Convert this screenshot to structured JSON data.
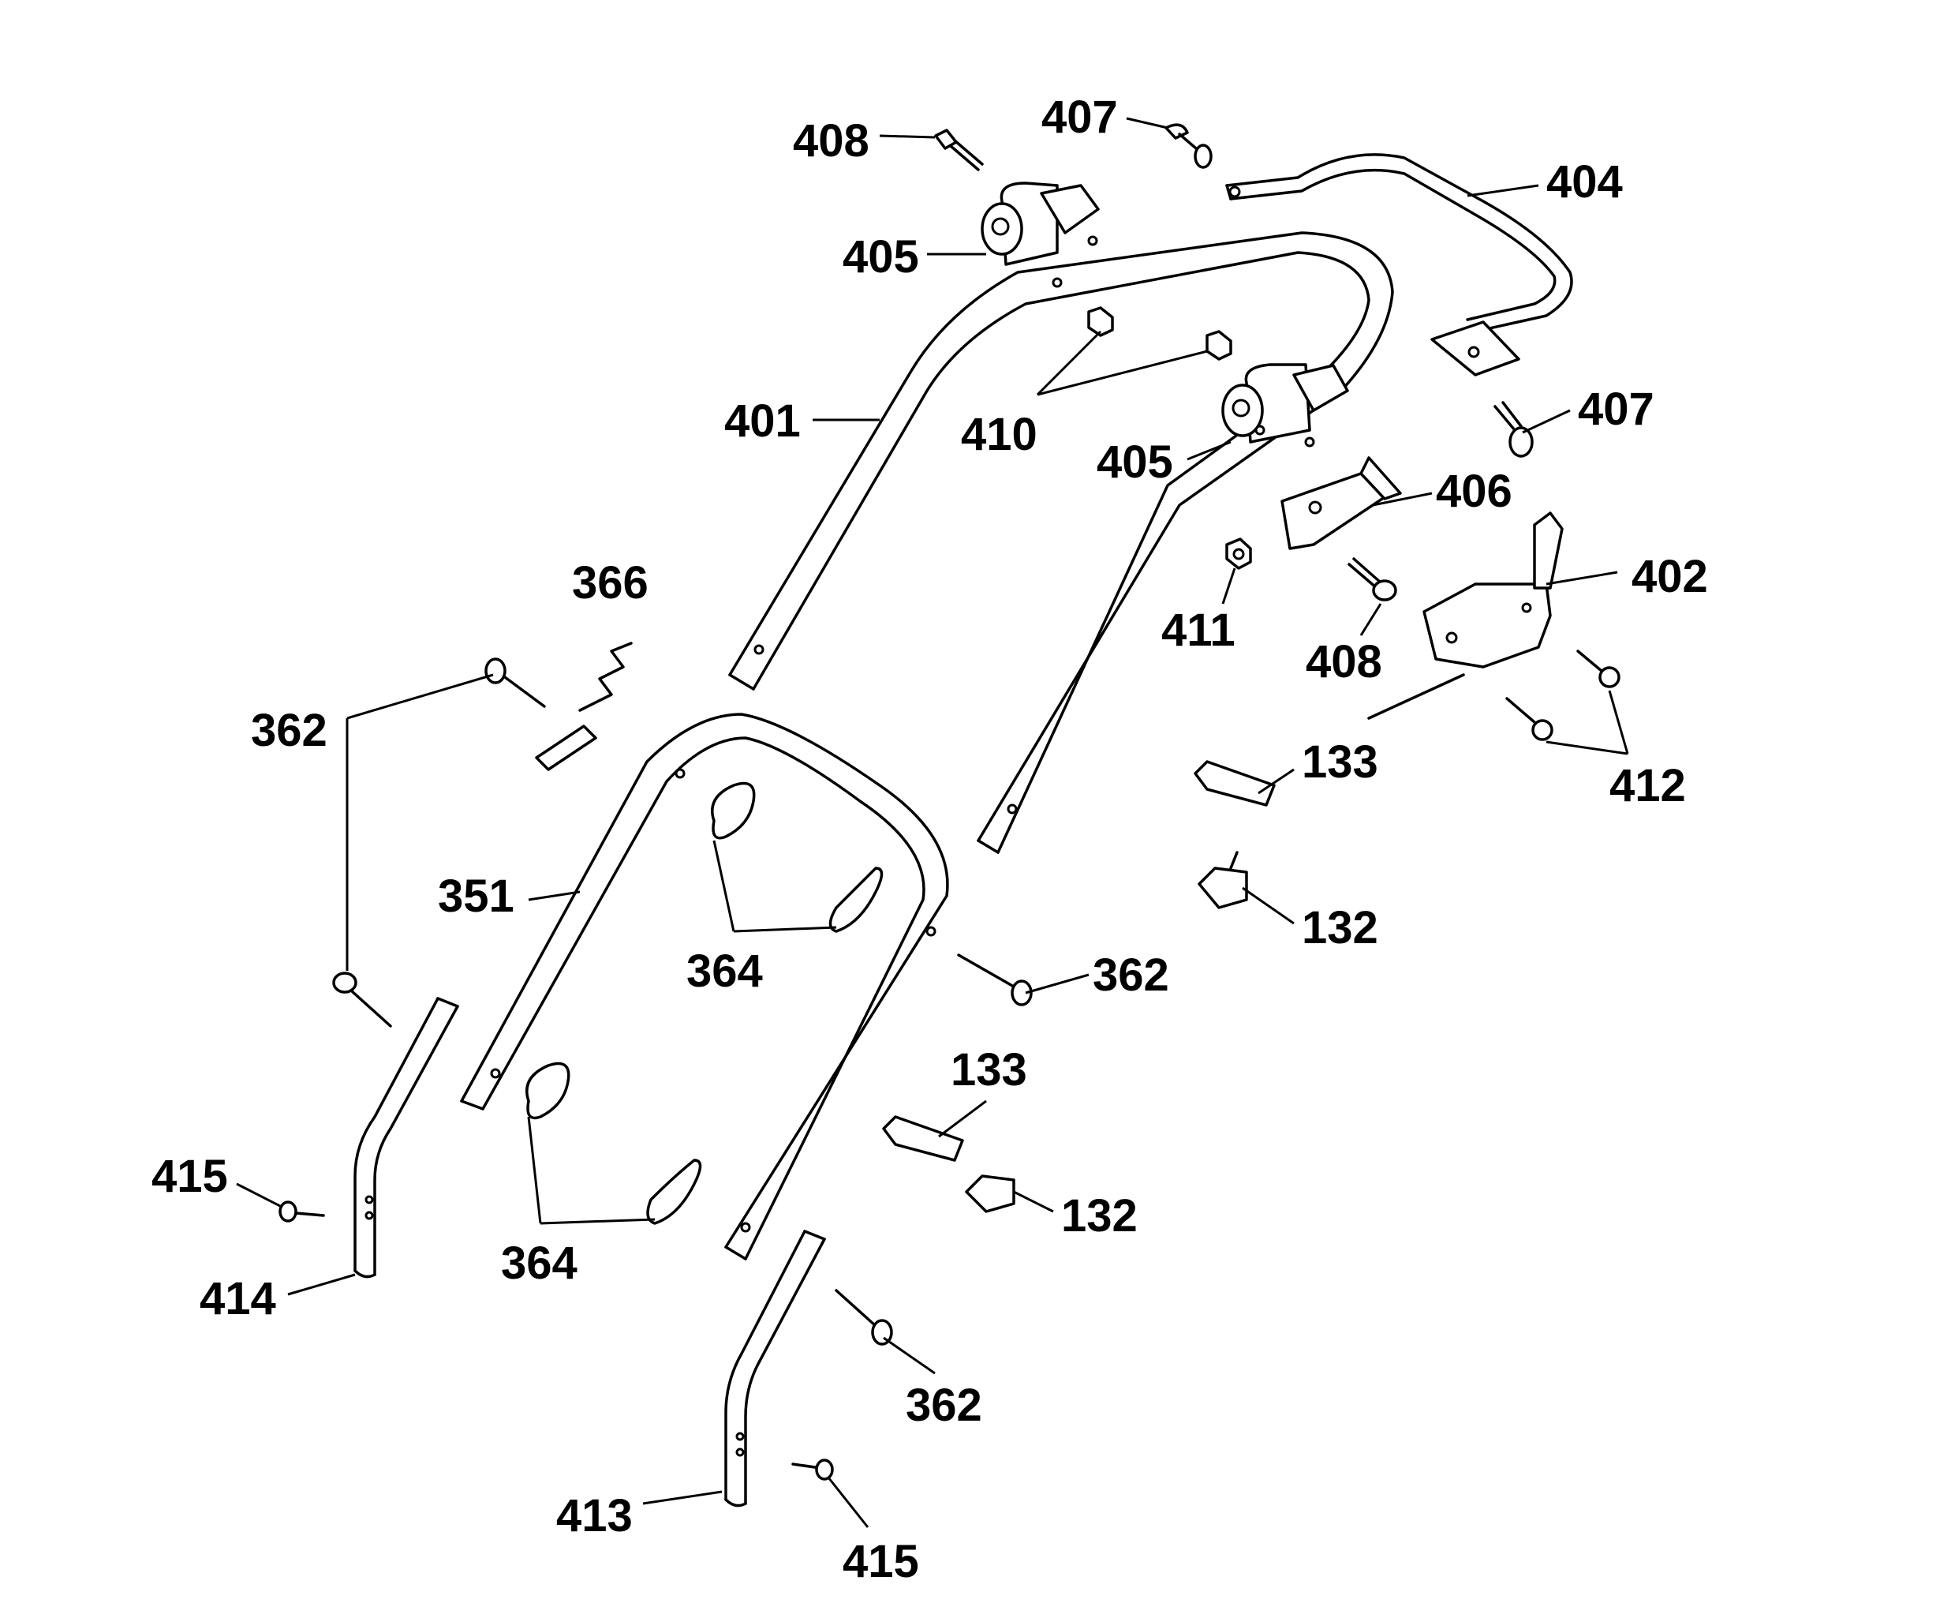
{
  "labels": {
    "l408a": "408",
    "l407a": "407",
    "l404": "404",
    "l405a": "405",
    "l401": "401",
    "l410": "410",
    "l405b": "405",
    "l407b": "407",
    "l406": "406",
    "l366": "366",
    "l411": "411",
    "l402": "402",
    "l408b": "408",
    "l362a": "362",
    "l133a": "133",
    "l412": "412",
    "l351": "351",
    "l132a": "132",
    "l364a": "364",
    "l362b": "362",
    "l133b": "133",
    "l415a": "415",
    "l132b": "132",
    "l364b": "364",
    "l414": "414",
    "l362c": "362",
    "l413": "413",
    "l415b": "415"
  },
  "colors": {
    "ink": "#000000",
    "paper": "#ffffff"
  }
}
